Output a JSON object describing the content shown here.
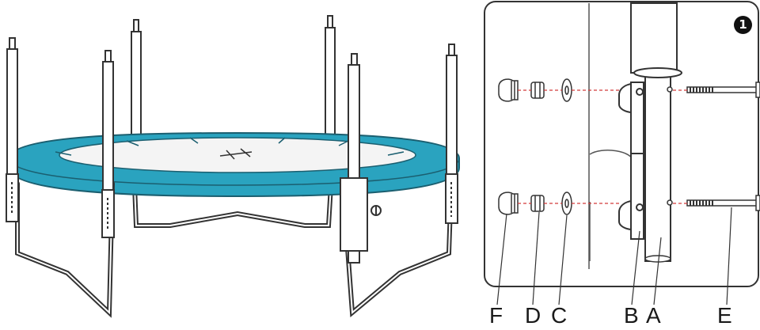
{
  "step": {
    "number": "1"
  },
  "callouts": {
    "F": "F",
    "D": "D",
    "C": "C",
    "B": "B",
    "A": "A",
    "E": "E"
  },
  "colors": {
    "mat_pad": "#2aa3bf",
    "mat_pad_dark": "#1b7f97",
    "line": "#333333",
    "leader": "#d23a3a",
    "tube_fill": "#ffffff"
  }
}
